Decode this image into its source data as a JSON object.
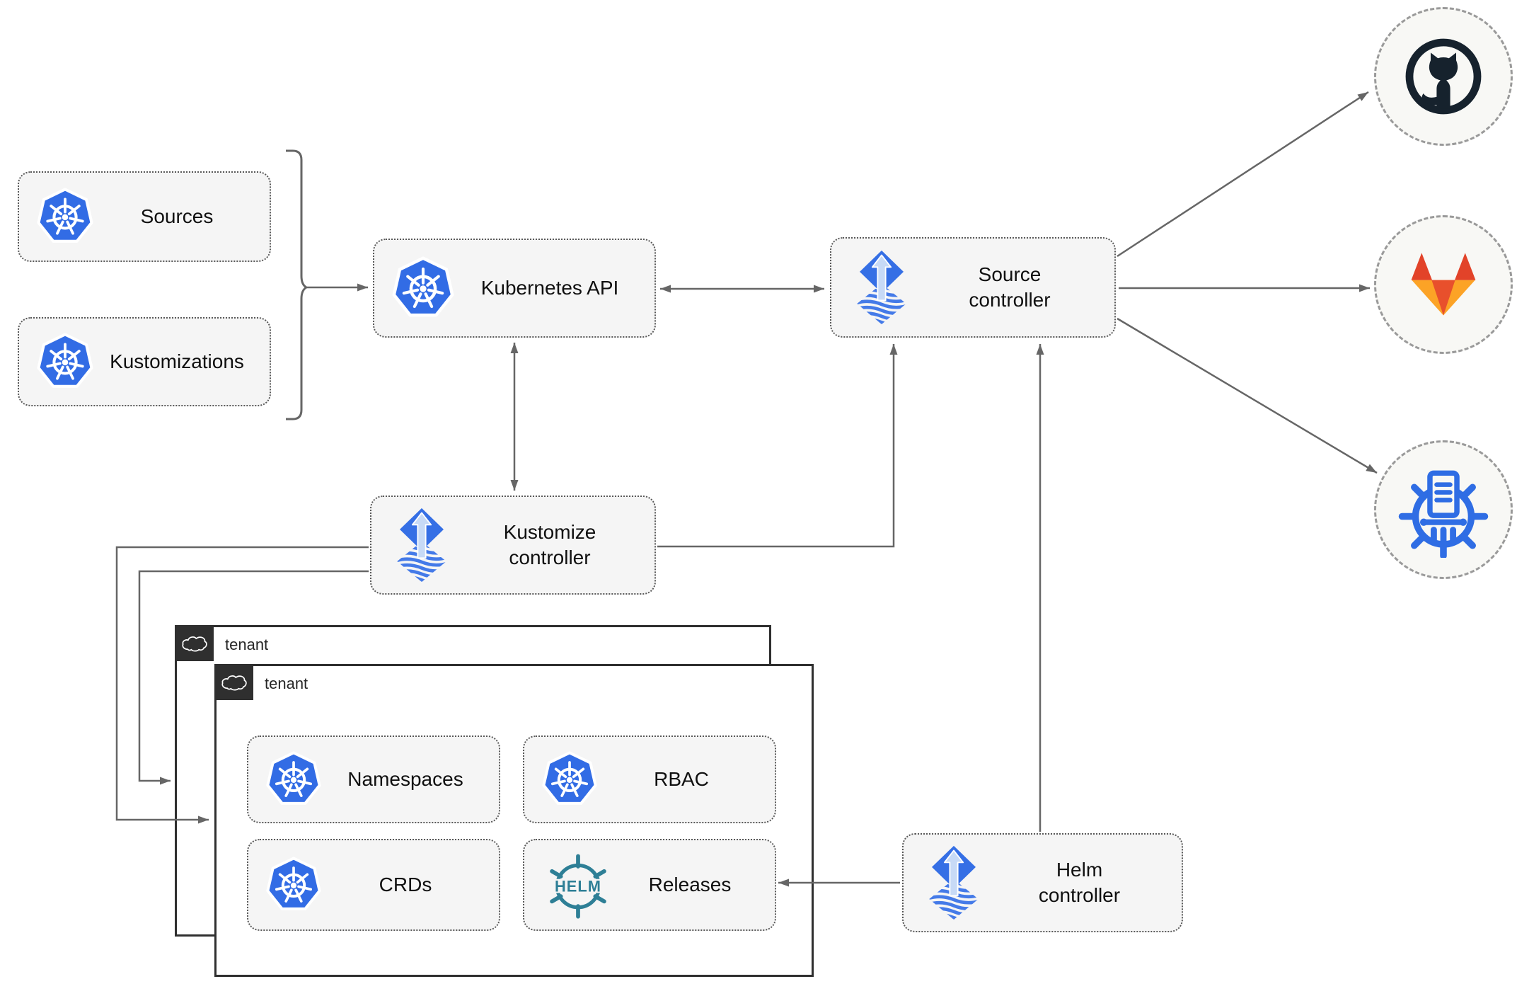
{
  "nodes": {
    "sources": {
      "label": "Sources",
      "icon": "kubernetes-icon"
    },
    "kustomizations": {
      "label": "Kustomizations",
      "icon": "kubernetes-icon"
    },
    "kubernetes_api": {
      "label": "Kubernetes API",
      "icon": "kubernetes-icon"
    },
    "source_controller": {
      "label": "Source controller",
      "icon": "flux-icon"
    },
    "kustomize_controller": {
      "label": "Kustomize controller",
      "icon": "flux-icon"
    },
    "helm_controller": {
      "label": "Helm controller",
      "icon": "flux-icon"
    },
    "tenant_back": {
      "label": "tenant",
      "icon": "cloud-icon"
    },
    "tenant_front": {
      "label": "tenant",
      "icon": "cloud-icon"
    },
    "namespaces": {
      "label": "Namespaces",
      "icon": "kubernetes-icon"
    },
    "rbac": {
      "label": "RBAC",
      "icon": "kubernetes-icon"
    },
    "crds": {
      "label": "CRDs",
      "icon": "kubernetes-icon"
    },
    "releases": {
      "label": "Releases",
      "icon": "helm-icon",
      "logo_text": "HELM"
    }
  },
  "external_endpoints": [
    {
      "icon": "github-icon"
    },
    {
      "icon": "gitlab-icon"
    },
    {
      "icon": "helm-repository-icon"
    }
  ],
  "edges": [
    {
      "from": "sources+kustomizations",
      "to": "kubernetes_api",
      "style": "arrow"
    },
    {
      "from": "kubernetes_api",
      "to": "source_controller",
      "style": "double-arrow"
    },
    {
      "from": "kubernetes_api",
      "to": "kustomize_controller",
      "style": "double-arrow"
    },
    {
      "from": "kustomize_controller",
      "to": "source_controller",
      "style": "arrow"
    },
    {
      "from": "helm_controller",
      "to": "source_controller",
      "style": "arrow"
    },
    {
      "from": "source_controller",
      "to": "github",
      "style": "arrow"
    },
    {
      "from": "source_controller",
      "to": "gitlab",
      "style": "arrow"
    },
    {
      "from": "source_controller",
      "to": "helm-repository",
      "style": "arrow"
    },
    {
      "from": "kustomize_controller",
      "to": "tenant_front",
      "style": "arrow"
    },
    {
      "from": "kustomize_controller",
      "to": "tenant_back",
      "style": "arrow"
    },
    {
      "from": "helm_controller",
      "to": "releases",
      "style": "arrow"
    }
  ],
  "colors": {
    "kubernetes_blue": "#326CE5",
    "flux_blue": "#356FE5",
    "flux_arrow_light": "#C7DAF6",
    "helm_teal": "#2E7F96",
    "github_dark": "#16222D",
    "gitlab_red_orange": "#E24329",
    "gitlab_orange": "#E8502C",
    "gitlab_amber": "#FCA326",
    "registry_blue": "#2F6DE4",
    "node_fill": "#F5F5F5",
    "node_border": "#595959",
    "tenant_border": "#2F2F2F",
    "connector": "#666666",
    "canvas_bg": "#FFFFFF"
  }
}
